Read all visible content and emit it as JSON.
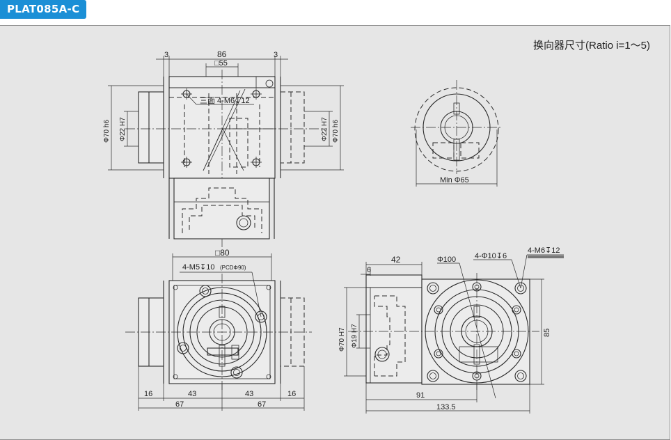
{
  "header": {
    "model": "PLAT085A-C"
  },
  "drawing": {
    "ratio_note": "换向器尺寸(Ratio i=1～5)",
    "front_view": {
      "dim_top": "86",
      "dim_square": "□55",
      "dim_left_gap": "3",
      "dim_right_gap": "3",
      "dim_left_od": "Φ70 h6",
      "dim_left_shaft": "Φ22 H7",
      "dim_right_shaft": "Φ22 H7",
      "dim_right_od": "Φ70 h6",
      "tapped_holes": "三面 4-M6↧12"
    },
    "side_view": {
      "min_dia": "Min Φ65"
    },
    "bottom_view": {
      "dim_square": "□80",
      "tapped_holes": "4-M5↧10",
      "pcd": "(PCDΦ90)",
      "dim_16_left": "16",
      "dim_43_left": "43",
      "dim_43_right": "43",
      "dim_16_right": "16",
      "dim_67_left": "67",
      "dim_67_right": "67"
    },
    "right_view": {
      "dim_42": "42",
      "dim_6": "6",
      "dim_pcd": "Φ100",
      "holes": "4-Φ10↧6",
      "tapped": "4-M6↧12",
      "dim_70": "Φ70 H7",
      "dim_19": "Φ19 H7",
      "dim_85": "85",
      "dim_91": "91",
      "dim_1335": "133.5"
    }
  },
  "colors": {
    "badge": "#1b8fd6",
    "panel": "#e6e6e6",
    "line": "#2a2a2a"
  }
}
